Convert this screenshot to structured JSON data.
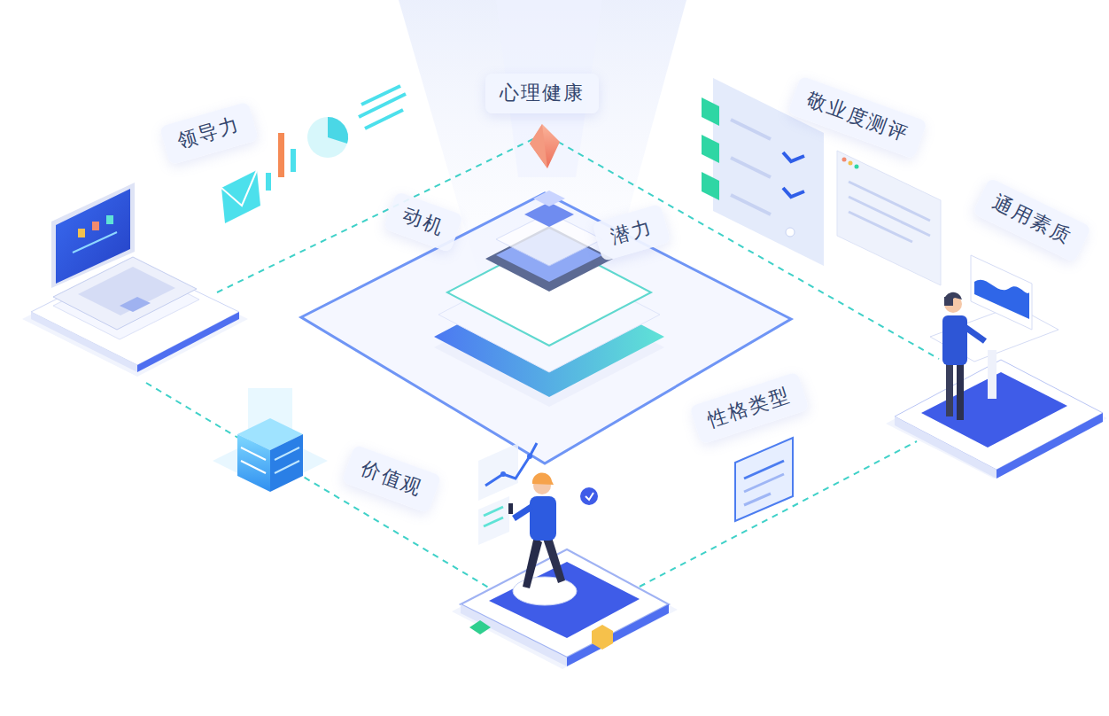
{
  "diagram": {
    "nodes": [
      {
        "text": [
          "心理健康"
        ]
      },
      {
        "text": [
          "敬业度测评"
        ]
      },
      {
        "text": [
          "领导力"
        ]
      },
      {
        "text": [
          "通用素质"
        ]
      },
      {
        "text": [
          "动机"
        ]
      },
      {
        "text": [
          "潜力"
        ]
      },
      {
        "text": [
          "性格类型"
        ]
      },
      {
        "text": [
          "价值观"
        ]
      }
    ]
  }
}
